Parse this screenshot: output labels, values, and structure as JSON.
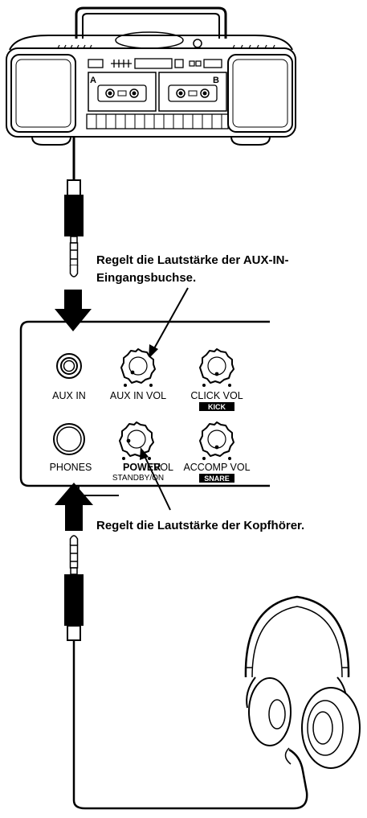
{
  "boombox": {
    "deck_a": "A",
    "deck_b": "B"
  },
  "callouts": {
    "aux_line1": "Regelt die Lautstärke der AUX-IN-",
    "aux_line2": "Eingangsbuchse.",
    "phones": "Regelt die Lautstärke der Kopfhörer."
  },
  "panel": {
    "aux_in": "AUX  IN",
    "aux_in_vol": "AUX  IN  VOL",
    "click_vol": "CLICK  VOL",
    "kick": "KICK",
    "phones": "PHONES",
    "power": "POWER",
    "vol": "VOL",
    "standby_on": "STANDBY/ON",
    "accomp_vol": "ACCOMP  VOL",
    "snare": "SNARE"
  },
  "colors": {
    "ink": "#000000",
    "paper": "#ffffff"
  }
}
